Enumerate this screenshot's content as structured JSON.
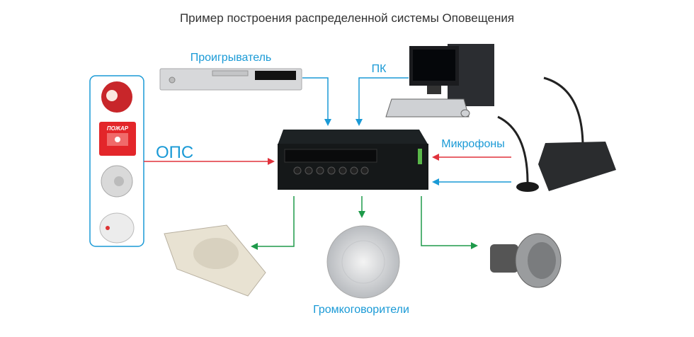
{
  "title": "Пример построения распределенной системы Оповещения",
  "labels": {
    "player": "Проигрыватель",
    "pc": "ПК",
    "ops": "ОПС",
    "microphones": "Микрофоны",
    "speakers": "Громкоговорители",
    "fire_button": "ПОЖАР"
  },
  "colors": {
    "blue": "#1a9ad6",
    "red": "#e0323c",
    "green": "#1e9a4a",
    "text": "#333333"
  }
}
